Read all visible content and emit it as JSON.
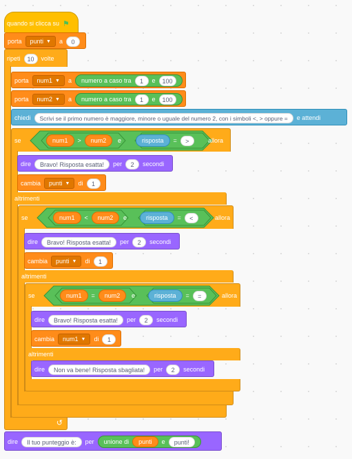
{
  "event": {
    "when_clicked": "quando si clicca su",
    "flag_icon": "green-flag-icon"
  },
  "set_points": {
    "verb": "porta",
    "variable": "punti",
    "to": "a",
    "value": "0"
  },
  "repeat": {
    "verb": "ripeti",
    "times": "10",
    "unit": "volte"
  },
  "set_num1": {
    "verb": "porta",
    "variable": "num1",
    "to": "a",
    "random_label": "numero a caso tra",
    "from": "1",
    "and": "e",
    "to_val": "100"
  },
  "set_num2": {
    "verb": "porta",
    "variable": "num2",
    "to": "a",
    "random_label": "numero a caso tra",
    "from": "1",
    "and": "e",
    "to_val": "100"
  },
  "ask": {
    "verb": "chiedi",
    "question": "Scrivi se il primo numero è maggiore, minore o uguale del numero 2, con i simboli <, > oppure =",
    "wait": "e attendi"
  },
  "if1": {
    "if_label": "se",
    "then_label": "allora",
    "left": "num1",
    "op": ">",
    "right": "num2",
    "and": "e",
    "answer": "risposta",
    "eq": "=",
    "symbol": ">",
    "say_verb": "dire",
    "say_text": "Bravo! Risposta esatta!",
    "for": "per",
    "secs": "2",
    "secs_label": "secondi",
    "change_verb": "cambia",
    "change_var": "punti",
    "by": "di",
    "change_val": "1"
  },
  "else1": "altrimenti",
  "if2": {
    "if_label": "se",
    "then_label": "allora",
    "left": "num1",
    "op": "<",
    "right": "num2",
    "and": "e",
    "answer": "risposta",
    "eq": "=",
    "symbol": "<",
    "say_verb": "dire",
    "say_text": "Bravo! Risposta esatta!",
    "for": "per",
    "secs": "2",
    "secs_label": "secondi",
    "change_verb": "cambia",
    "change_var": "punti",
    "by": "di",
    "change_val": "1"
  },
  "else2": "altrimenti",
  "if3": {
    "if_label": "se",
    "then_label": "allora",
    "left": "num1",
    "op": "=",
    "right": "num2",
    "and": "e",
    "answer": "risposta",
    "eq": "=",
    "symbol": "=",
    "say_verb": "dire",
    "say_text": "Bravo! Risposta esatta!",
    "for": "per",
    "secs": "2",
    "secs_label": "secondi",
    "change_verb": "cambia",
    "change_var": "num1",
    "by": "di",
    "change_val": "1"
  },
  "else3": {
    "label": "altrimenti",
    "say_verb": "dire",
    "say_text": "Non va bene! Risposta sbagliata!",
    "for": "per",
    "secs": "2",
    "secs_label": "secondi"
  },
  "loop_arrow": "↺",
  "final_say": {
    "verb": "dire",
    "text": "Il tuo punteggio è:",
    "for": "per",
    "join": "unione di",
    "var": "punti",
    "and": "e",
    "suffix": "punti!"
  },
  "colors": {
    "events": "#ffbf00",
    "control": "#ffab19",
    "variables": "#ff8c1a",
    "looks": "#9966ff",
    "sensing": "#5cb1d6",
    "operators": "#59c059"
  }
}
